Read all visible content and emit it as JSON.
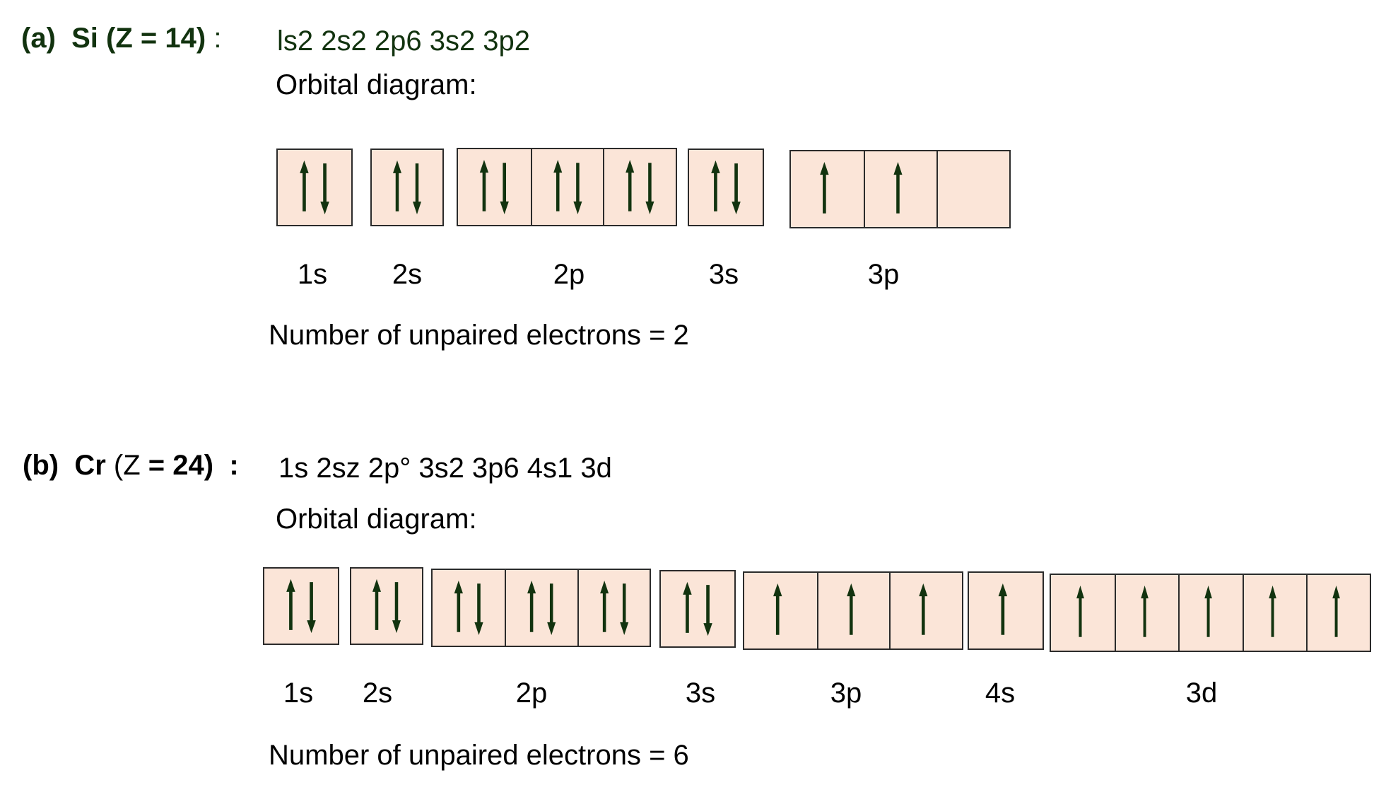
{
  "parts": [
    {
      "label_prefix": "(a)",
      "label_element": "Si",
      "label_z": "(Z = 14)",
      "label_suffix": ":",
      "configuration": "ls2 2s2 2p6 3s2 3p2",
      "orbital_title": "Orbital diagram:",
      "subshells": [
        {
          "label": "1s",
          "orbitals": [
            "pair"
          ]
        },
        {
          "label": "2s",
          "orbitals": [
            "pair"
          ]
        },
        {
          "label": "2p",
          "orbitals": [
            "pair",
            "pair",
            "pair"
          ]
        },
        {
          "label": "3s",
          "orbitals": [
            "pair"
          ]
        },
        {
          "label": "3p",
          "orbitals": [
            "up",
            "up",
            "empty"
          ]
        }
      ],
      "unpaired_text": "Number of unpaired electrons = 2"
    },
    {
      "label_prefix": "(b)",
      "label_element": "Cr",
      "label_z_open": "(Z",
      "label_z_eq": "= 24)",
      "label_suffix": ":",
      "configuration": "1s 2sz 2p° 3s2 3p6 4s1 3d",
      "orbital_title": "Orbital diagram:",
      "subshells": [
        {
          "label": "1s",
          "orbitals": [
            "pair"
          ]
        },
        {
          "label": "2s",
          "orbitals": [
            "pair"
          ]
        },
        {
          "label": "2p",
          "orbitals": [
            "pair",
            "pair",
            "pair"
          ]
        },
        {
          "label": "3s",
          "orbitals": [
            "pair"
          ]
        },
        {
          "label": "3p",
          "orbitals": [
            "up",
            "up",
            "up"
          ]
        },
        {
          "label": "4s",
          "orbitals": [
            "up"
          ]
        },
        {
          "label": "3d",
          "orbitals": [
            "up",
            "up",
            "up",
            "up",
            "up"
          ]
        }
      ],
      "unpaired_text": "Number of unpaired electrons = 6"
    }
  ],
  "colors": {
    "box_fill": "#fbe5d8",
    "box_border": "#2b2b2b",
    "arrow": "#12330f",
    "heading_a": "#12330f"
  }
}
